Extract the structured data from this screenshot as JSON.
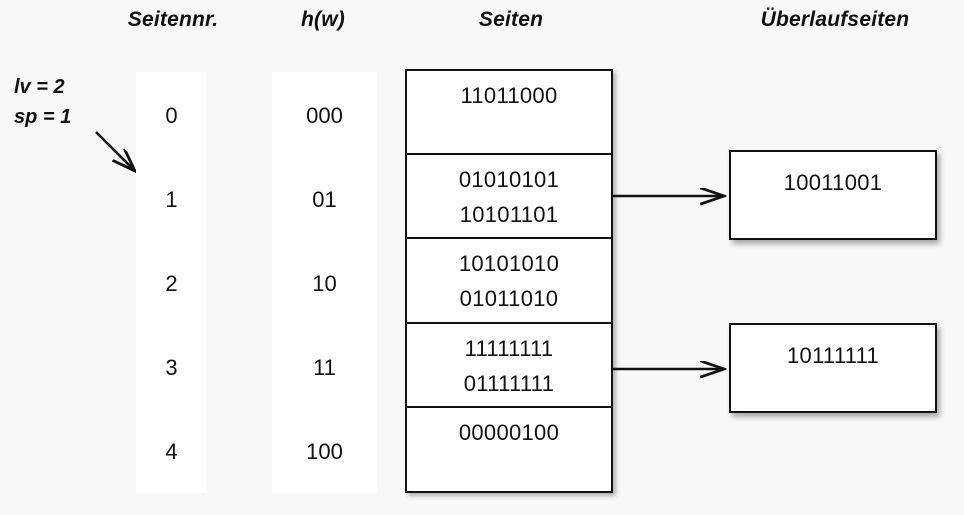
{
  "headers": {
    "page_number": "Seitennr.",
    "hash": "h(w)",
    "pages": "Seiten",
    "overflow_pages": "Überlaufseiten"
  },
  "annotation": {
    "line1": "lv = 2",
    "line2": "sp = 1",
    "arrow": "diagonal-down-right-arrow"
  },
  "columns": {
    "page_numbers": [
      "0",
      "1",
      "2",
      "3",
      "4"
    ],
    "hash_values": [
      "000",
      "01",
      "10",
      "11",
      "100"
    ]
  },
  "pages": [
    {
      "records": [
        "11011000"
      ]
    },
    {
      "records": [
        "01010101",
        "10101101"
      ]
    },
    {
      "records": [
        "10101010",
        "01011010"
      ]
    },
    {
      "records": [
        "11111111",
        "01111111"
      ]
    },
    {
      "records": [
        "00000100"
      ]
    }
  ],
  "overflow_pages": [
    {
      "records": [
        "10011001"
      ],
      "from_page": "1"
    },
    {
      "records": [
        "10111111"
      ],
      "from_page": "3"
    }
  ],
  "colors": {
    "background": "#f8f8f8",
    "surface": "#ffffff",
    "stroke": "#111111",
    "text": "#111111"
  }
}
